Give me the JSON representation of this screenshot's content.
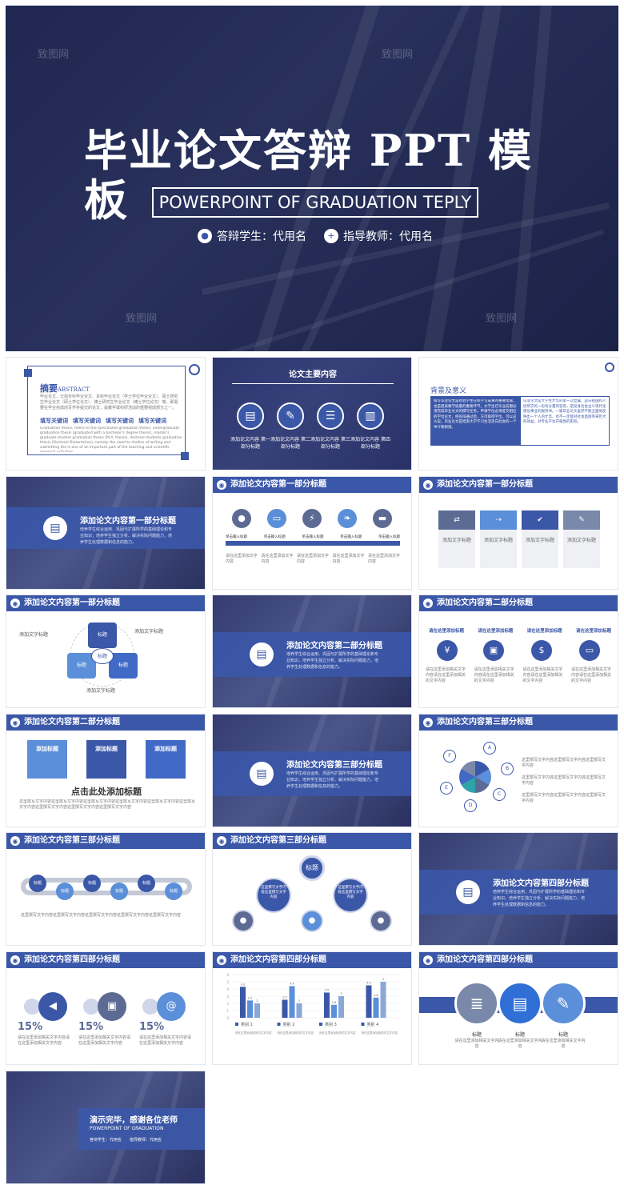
{
  "cover": {
    "title": "毕业论文答辩 PPT 模板",
    "subtitle": "POWERPOINT OF GRADUATION TEPLY",
    "student": "答辩学生：代用名",
    "teacher": "指导教师：代用名",
    "watermark": "致图网"
  },
  "s1": {
    "title": "摘要",
    "en": "ABSTRACT",
    "para": "毕业论文，泛指专科毕业论文、本科毕业论文（学士学位毕业论文）、硕士研究生毕业论文（硕士学位论文）、博士研究生毕业论文（博士学位论文）等，即需要在学业完成前写作并提交的论文，是教学或科研活动的重要组成部分之一。",
    "keywords": [
      "填写关键词",
      "填写关键词",
      "填写关键词",
      "填写关键词"
    ],
    "en_para": "Graduation thesis, refers to the specialized graduation thesis, undergraduate graduation thesis (graduated with a bachelor's degree thesis), master's graduate student graduation thesis (M.A. thesis), doctoral students graduation thesis (Doctoral Dissertation), namely the need to studies of writing and submitting the is one of an important part of the teaching and scientific research activities"
  },
  "s2": {
    "title": "论文主要内容",
    "items": [
      "添加论文内容 第一部分标题",
      "添加论文内容 第二部分标题",
      "添加论文内容 第三部分标题",
      "添加论文内容 第四部分标题"
    ]
  },
  "s3": {
    "title": "背景及意义",
    "left": "撰写毕业论文是检验学生在校学习成果的重要措施，也是提高教学质量的重要环节。大学生在毕业前都必须完成毕业论文的撰写任务。申请学位必须提交相应的学位论文，经答辩通过后，方可取得学位。可以这么说，毕业论文是结束大学学习生活走向社会的一个中介和桥梁。",
    "right": "毕业论文是大学生才华的第一次显露，是向祖国和人民所交的一份有分量的答卷，是投身社会主义现代化建设事业的报到书。一篇毕业论文虽然不能全面地反映出一个人的才华，也不一定能对社会直接带来巨大的效益，对专业产生开拓性的影响。"
  },
  "s4": {
    "title": "添加论文内容第一部分标题",
    "body": "培养学生综合运用、巩固与扩展所学的基础理论和专业知识，培养学生独立分析、解决实际问题能力，培养学生处理数据和信息的能力。"
  },
  "s5": {
    "header": "添加论文内容第一部分标题",
    "steps": [
      "单击输入标题",
      "单击输入标题",
      "单击输入标题",
      "单击输入标题",
      "单击输入标题"
    ],
    "desc": "请在这里添加文字内容"
  },
  "s6": {
    "header": "添加论文内容第一部分标题",
    "cards": [
      "添加文字标题",
      "添加文字标题",
      "添加文字标题",
      "添加文字标题"
    ]
  },
  "s7": {
    "header": "添加论文内容第一部分标题",
    "labels": [
      "添加文字标题",
      "添加文字标题",
      "添加文字标题"
    ],
    "hex": [
      "标题",
      "标题",
      "标题"
    ],
    "center": "标题"
  },
  "s8": {
    "title": "添加论文内容第二部分标题",
    "body": "培养学生综合运用、巩固与扩展所学的基础理论和专业知识，培养学生独立分析、解决实际问题能力，培养学生处理数据和信息的能力。"
  },
  "s9": {
    "header": "添加论文内容第二部分标题",
    "items": [
      "请在这里添加标题",
      "请在这里添加标题",
      "请在这里添加标题",
      "请在这里添加标题"
    ],
    "desc": "请在这里添加相关文字内容请在这里添加相关的文字内容"
  },
  "s10": {
    "header": "添加论文内容第二部分标题",
    "tabs": [
      "添加标题",
      "添加标题",
      "添加标题"
    ],
    "big": "点击此处添加标题",
    "para": "这里撰写文字内容这里撰写文字内容这里撰写文字内容这里撰写文字内容这里撰写文字内容这里撰写文字内容这里撰写文字内容这里撰写文字内容这里撰写文字内容"
  },
  "s11": {
    "title": "添加论文内容第三部分标题",
    "body": "培养学生综合运用、巩固与扩展所学的基础理论和专业知识，培养学生独立分析、解决实际问题能力，培养学生处理数据和信息的能力。"
  },
  "s12": {
    "header": "添加论文内容第三部分标题",
    "letters": [
      "A",
      "B",
      "C",
      "D",
      "E",
      "F"
    ],
    "lines": [
      "这里撰写文字内容这里撰写文字内容这里撰写文字内容",
      "这里撰写文字内容这里撰写文字内容这里撰写文字内容",
      "这里撰写文字内容这里撰写文字内容这里撰写文字内容"
    ]
  },
  "s13": {
    "header": "添加论文内容第三部分标题",
    "nodes": [
      "标题",
      "标题",
      "标题",
      "标题",
      "标题",
      "标题"
    ],
    "para": "这里撰写文字内容这里撰写文字内容这里撰写文字内容这里撰写文字内容这里撰写文字内容"
  },
  "s14": {
    "header": "添加论文内容第三部分标题",
    "top": "标题",
    "box": "这里撰写文字内容这里撰写文字内容"
  },
  "s15": {
    "title": "添加论文内容第四部分标题",
    "body": "培养学生综合运用、巩固与扩展所学的基础理论和专业知识，培养学生独立分析、解决实际问题能力，培养学生处理数据和信息的能力。"
  },
  "s16": {
    "header": "添加论文内容第四部分标题",
    "pcts": [
      "15%",
      "15%",
      "15%"
    ],
    "desc": "请在这里添加相关文字内容请在这里添加相关文字内容"
  },
  "s17": {
    "header": "添加论文内容第四部分标题",
    "cats": [
      "类别 1",
      "类别 2",
      "类别 3",
      "类别 4"
    ],
    "desc": "请在这里添加相关的文字内容"
  },
  "s18": {
    "header": "添加论文内容第四部分标题",
    "labels": [
      "标题",
      "标题",
      "标题"
    ],
    "desc": "请在这里添加相关文字内容"
  },
  "s19": {
    "title": "演示完毕，感谢各位老师",
    "sub": "POWERPOINT OF GRADUATION",
    "student": "答辩学生：代用名",
    "teacher": "指导教师：代用名"
  },
  "chart_data": {
    "type": "bar",
    "categories": [
      "类别 1",
      "类别 2",
      "类别 3",
      "类别 4"
    ],
    "series": [
      {
        "name": "",
        "values": [
          4.3,
          2.5,
          3.5,
          4.5
        ]
      },
      {
        "name": "",
        "values": [
          2.4,
          4.4,
          1.8,
          2.8
        ]
      },
      {
        "name": "",
        "values": [
          2.0,
          2.0,
          3.0,
          5.0
        ]
      }
    ],
    "ylim": [
      0,
      6
    ],
    "colors": [
      "#3b57a8",
      "#5b8fd9",
      "#8aa7d8"
    ]
  }
}
